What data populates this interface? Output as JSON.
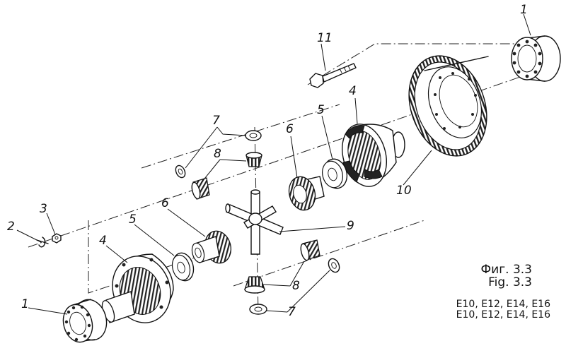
{
  "figure": {
    "caption_ru": "Фиг. 3.3",
    "caption_en": "Fig. 3.3",
    "models_line_1": "E10, E12, E14, E16",
    "models_line_2": "E10, E12, E14, E16"
  },
  "callouts": {
    "bearing_right": "1",
    "bearing_left": "1",
    "pin": "2",
    "nut": "3",
    "housing_right": "4",
    "housing_left": "4",
    "washer_upper": "5",
    "washer_lower": "5",
    "side_gear_upper": "6",
    "side_gear_lower": "6",
    "thrust_washer_top": "7",
    "thrust_washer_bottom": "7",
    "pinion_top": "8",
    "pinion_bottom": "8",
    "spider": "9",
    "ring_gear": "10",
    "bolt": "11"
  }
}
